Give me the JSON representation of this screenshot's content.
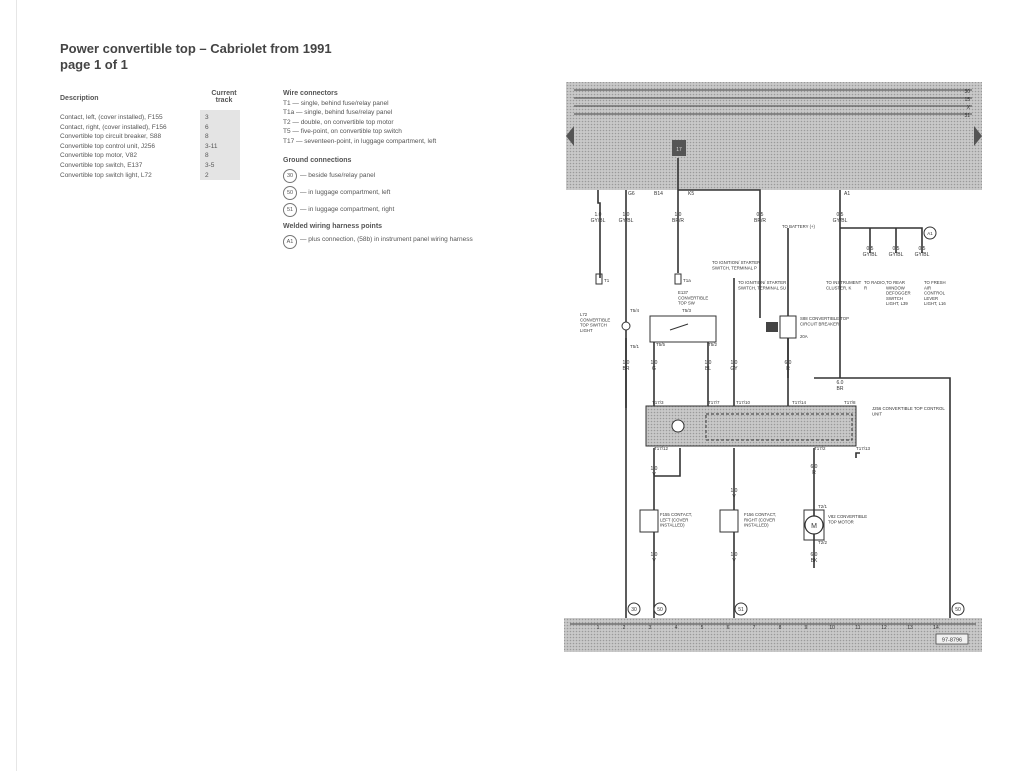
{
  "title": {
    "line1": "Power convertible top – Cabriolet from 1991",
    "line2": "page 1 of 1"
  },
  "legend": {
    "description_header": "Description",
    "track_header_1": "Current",
    "track_header_2": "track",
    "rows": [
      {
        "desc": "Contact, left, (cover installed), F155",
        "track": "3"
      },
      {
        "desc": "Contact, right, (cover installed), F156",
        "track": "6"
      },
      {
        "desc": "Convertible top circuit breaker, S88",
        "track": "8"
      },
      {
        "desc": "Convertible top control unit, J256",
        "track": "3-11"
      },
      {
        "desc": "Convertible top motor, V82",
        "track": "8"
      },
      {
        "desc": "Convertible top switch, E137",
        "track": "3-5"
      },
      {
        "desc": "Convertible top switch light, L72",
        "track": "2"
      }
    ]
  },
  "wire_connectors": {
    "header": "Wire connectors",
    "items": [
      "T1 — single, behind fuse/relay panel",
      "T1a — single, behind fuse/relay panel",
      "T2 — double, on convertible top motor",
      "T5 — five-point, on convertible top switch",
      "T17 — seventeen-point, in luggage compartment, left"
    ]
  },
  "ground_connections": {
    "header": "Ground connections",
    "items": [
      {
        "num": "30",
        "text": "— beside fuse/relay panel"
      },
      {
        "num": "50",
        "text": "— in luggage compartment, left"
      },
      {
        "num": "51",
        "text": "— in luggage compartment, right"
      }
    ]
  },
  "welded_points": {
    "header": "Welded wiring harness points",
    "items": [
      {
        "num": "A1",
        "text": "— plus connection, (58b) in instrument panel wiring harness"
      }
    ]
  },
  "diagram": {
    "bus_labels": [
      "30",
      "15",
      "X",
      "31"
    ],
    "panel_terminals": [
      "G6",
      "B14",
      "K5",
      "A1"
    ],
    "wire_labels": [
      "1.0 GY/BL",
      "1.0 GY/BL",
      "1.0 BR/R",
      "0.5 BR/R",
      "0.5 GY/BL",
      "0.5 GY/BL",
      "0.5 GY/BL",
      "0.5 GY/BL",
      "1.0 BR",
      "1.0 G",
      "1.0 BL",
      "1.0 GY",
      "6.0 R",
      "6.0 BR",
      "1.0 V",
      "1.0 V",
      "6.0 R",
      "1.0 V",
      "1.0 V",
      "6.0 BK"
    ],
    "connector_labels": [
      "T1",
      "T1a",
      "T5/4",
      "T5/3",
      "T5/5",
      "T5/2",
      "T5/1",
      "T17/3",
      "T17/7",
      "T17/10",
      "T17/14",
      "T17/8",
      "T17/12",
      "T17/2",
      "T17/13",
      "T2/1",
      "T2/2"
    ],
    "component_notes": [
      "TO BATTERY (+)",
      "TO IGNITION/ STARTER SWITCH, TERMINAL P",
      "TO IGNITION/ STARTER SWITCH, TERMINAL SU",
      "TO INSTRUMENT CLUSTER, K",
      "TO RADIO, R",
      "TO REAR WINDOW DEFOGGER SWITCH LIGHT, L39",
      "TO FRESH AIR CONTROL LEVER LIGHT, L16",
      "L72 CONVERTIBLE TOP SWITCH LIGHT",
      "E137 CONVERTIBLE TOP SW",
      "S88 CONVERTIBLE TOP CIRCUIT BREAKER",
      "20A",
      "J256 CONVERTIBLE TOP CONTROL UNIT",
      "F155 CONTACT, LEFT (COVER INSTALLED)",
      "F156 CONTACT, RIGHT (COVER INSTALLED)",
      "V82 CONVERTIBLE TOP MOTOR"
    ],
    "fuse_label": "17",
    "weld_point": "A1",
    "ground_markers": [
      "30",
      "50",
      "51",
      "50"
    ],
    "track_numbers": [
      "1",
      "2",
      "3",
      "4",
      "5",
      "6",
      "7",
      "8",
      "9",
      "10",
      "11",
      "12",
      "13",
      "14"
    ],
    "diagram_id": "97-8796"
  }
}
